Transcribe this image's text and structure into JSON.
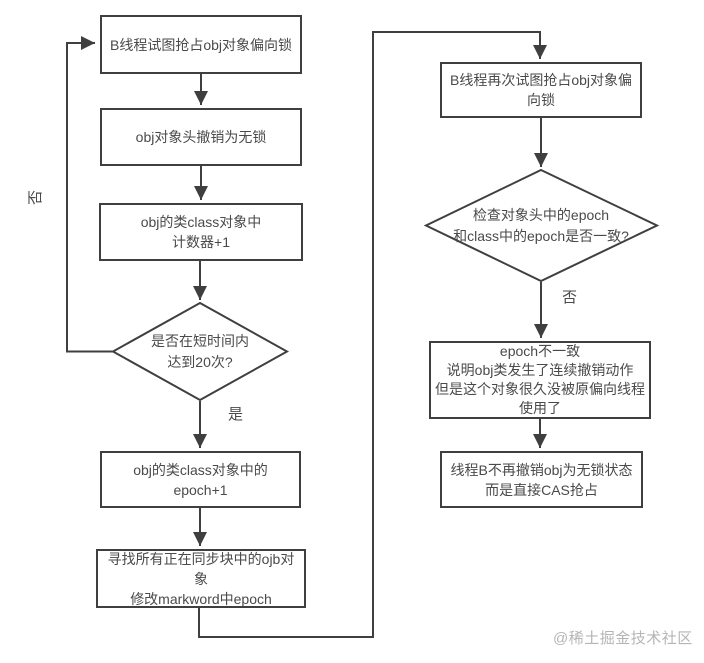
{
  "diagram": {
    "left_flow": {
      "box_attempt": "B线程试图抢占obj对象偏向锁",
      "box_revoke": "obj对象头撤销为无锁",
      "box_counter": "obj的类class对象中\n计数器+1",
      "decision_threshold": "是否在短时间内\n达到20次?",
      "label_no": "否",
      "label_yes": "是",
      "box_epoch_inc": "obj的类class对象中的\nepoch+1",
      "box_find_sync": "寻找所有正在同步块中的ojb对象\n修改markword中epoch"
    },
    "right_flow": {
      "box_retry": "B线程再次试图抢占obj对象偏\n向锁",
      "decision_epoch": "检查对象头中的epoch\n和class中的epoch是否一致?",
      "label_no": "否",
      "box_mismatch": "epoch不一致\n说明obj类发生了连续撤销动作\n但是这个对象很久没被原偏向线程\n使用了",
      "box_cas": "线程B不再撤销obj为无锁状态\n而是直接CAS抢占"
    },
    "watermark": "@稀土掘金技术社区",
    "colors": {
      "line": "#3f3f3f",
      "text": "#4a4a4a",
      "watermark": "#b5b5b5",
      "background": "#ffffff"
    }
  }
}
